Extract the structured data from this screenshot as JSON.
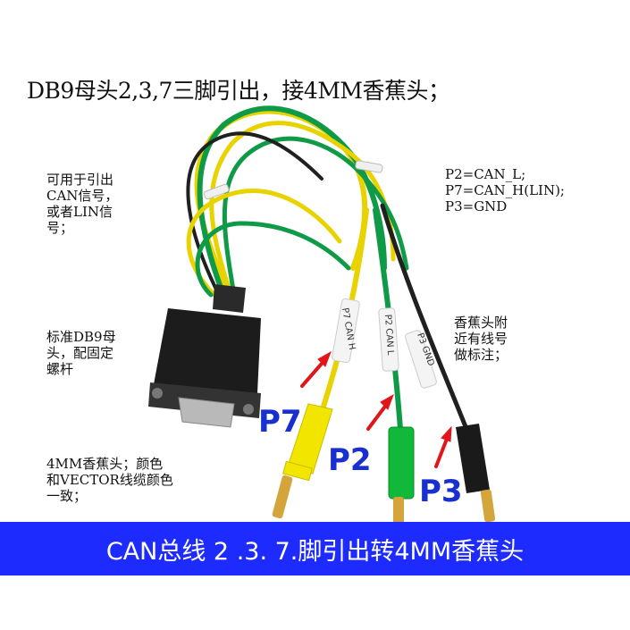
{
  "title": "DB9母头2,3,7三脚引出，接4MM香蕉头；",
  "notes": {
    "can_lin": "可用于引出\nCAN信号，\n或者LIN信\n号；",
    "db9": "标准DB9母\n头，配固定\n螺杆",
    "banana_color": "4MM香蕉头；颜色\n和VECTOR线缆颜色\n一致；",
    "pinout": "P2=CAN_L;\nP7=CAN_H(LIN);\nP3=GND",
    "wire_marks": "香蕉头附\n近有线号\n做标注；"
  },
  "pins": {
    "p7": "P7",
    "p2": "P2",
    "p3": "P3"
  },
  "wire_labels": {
    "p7": "P7 CAN H",
    "p2": "P2 CAN L",
    "p3": "P3 GND"
  },
  "banner": "CAN总线 2 .3. 7.脚引出转4MM香蕉头",
  "colors": {
    "banner": "#1d2bff",
    "pin_label": "#1a2fcf",
    "arrow": "#e0161a",
    "yellow_wire": "#e8d200",
    "green_wire": "#0f9a47",
    "black_wire": "#202020"
  }
}
